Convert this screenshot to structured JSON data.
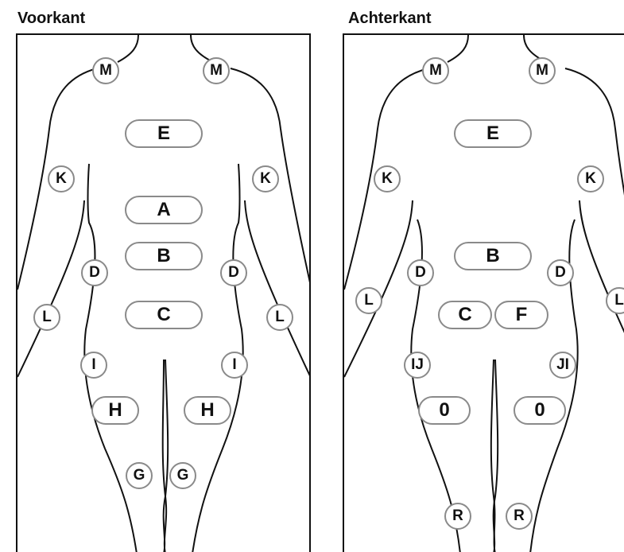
{
  "titles": {
    "front": "Voorkant",
    "back": "Achterkant"
  },
  "front_zones": {
    "M_left": "M",
    "M_right": "M",
    "E": "E",
    "K_left": "K",
    "K_right": "K",
    "A": "A",
    "B": "B",
    "D_left": "D",
    "D_right": "D",
    "L_left": "L",
    "L_right": "L",
    "C": "C",
    "I_left": "I",
    "I_right": "I",
    "H_left": "H",
    "H_right": "H",
    "G_left": "G",
    "G_right": "G"
  },
  "back_zones": {
    "M_left": "M",
    "M_right": "M",
    "E": "E",
    "K_left": "K",
    "K_right": "K",
    "B": "B",
    "D_left": "D",
    "D_right": "D",
    "L_left": "L",
    "L_right": "L",
    "C": "C",
    "F": "F",
    "IJ_left": "IJ",
    "JI_right": "JI",
    "O_left": "0",
    "O_right": "0",
    "R_left": "R",
    "R_right": "R"
  },
  "colors": {
    "outline": "#111111",
    "zone_border": "#8a8a8a",
    "background": "#ffffff"
  }
}
